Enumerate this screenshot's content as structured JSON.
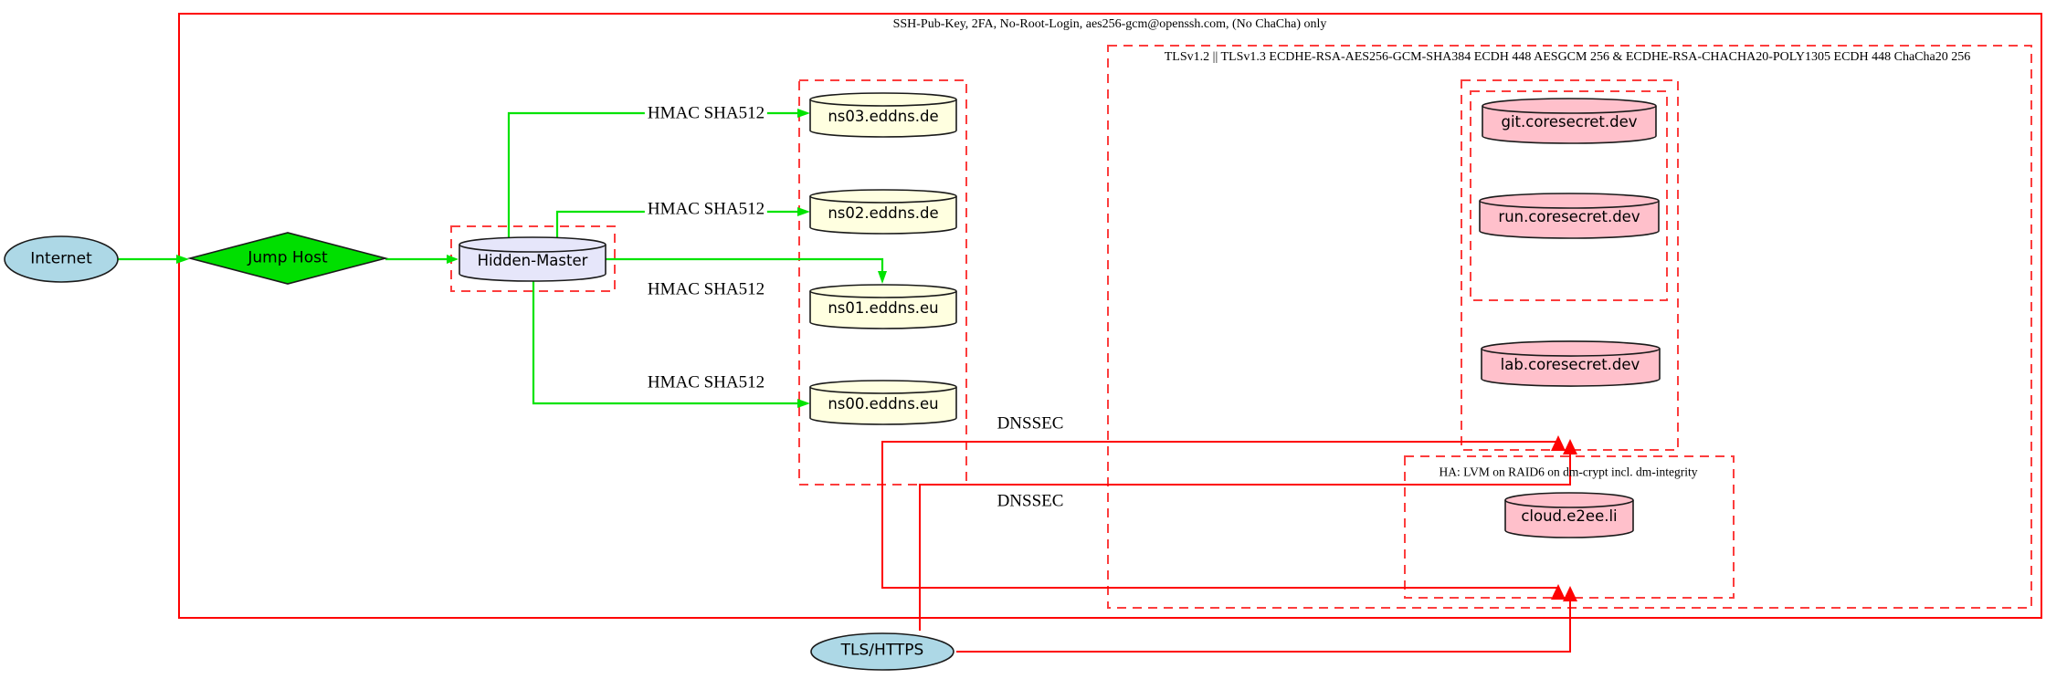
{
  "diagram": {
    "clusters": {
      "outer_label": "SSH-Pub-Key, 2FA, No-Root-Login, aes256-gcm@openssh.com, (No ChaCha) only",
      "tls_label": "TLSv1.2 || TLSv1.3 ECDHE-RSA-AES256-GCM-SHA384 ECDH 448 AESGCM 256 & ECDHE-RSA-CHACHA20-POLY1305 ECDH 448 ChaCha20 256",
      "ha_label": "HA: LVM on RAID6 on dm-crypt incl. dm-integrity"
    },
    "nodes": {
      "internet": "Internet",
      "jump_host": "Jump Host",
      "hidden_master": "Hidden-Master",
      "ns03": "ns03.eddns.de",
      "ns02": "ns02.eddns.de",
      "ns01": "ns01.eddns.eu",
      "ns00": "ns00.eddns.eu",
      "git": "git.coresecret.dev",
      "run": "run.coresecret.dev",
      "lab": "lab.coresecret.dev",
      "cloud": "cloud.e2ee.li",
      "tls": "TLS/HTTPS"
    },
    "edge_labels": {
      "hmac_ns03": "HMAC SHA512",
      "hmac_ns02": "HMAC SHA512",
      "hmac_ns01": "HMAC SHA512",
      "hmac_ns00": "HMAC SHA512",
      "dnssec_top": "DNSSEC",
      "dnssec_bottom": "DNSSEC"
    },
    "colors": {
      "edge_green": "#00e300",
      "edge_red": "#fe0202",
      "cluster_border_red": "#fc3d3d",
      "node_lightblue": "#add8e6",
      "node_green": "#00df00",
      "node_lavender": "#e6e6fa",
      "node_lightyellow": "#ffffe0",
      "node_pink": "#ffc0cb",
      "text": "#000000"
    }
  }
}
